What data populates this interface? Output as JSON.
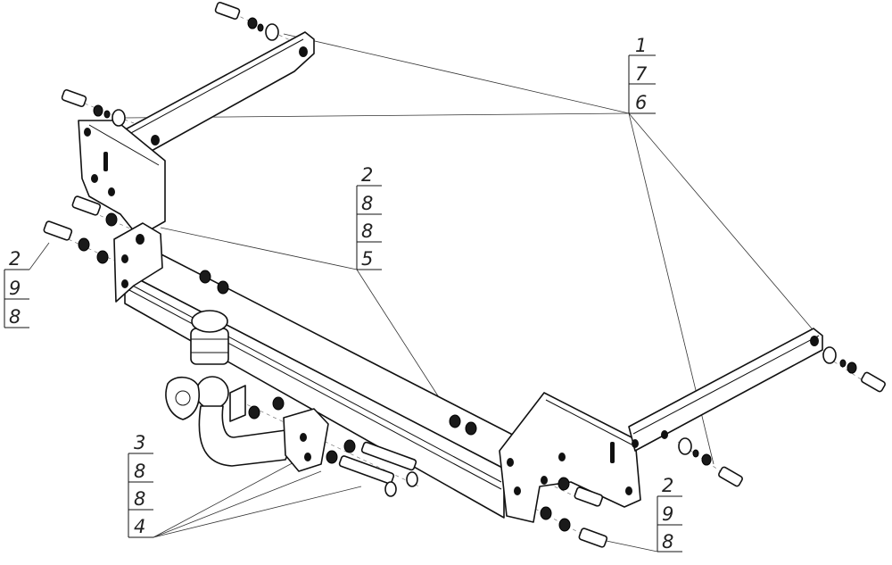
{
  "callouts": {
    "top_right": [
      "1",
      "7",
      "6"
    ],
    "center": [
      "2",
      "8",
      "8",
      "5"
    ],
    "left": [
      "2",
      "9",
      "8"
    ],
    "bottom_left": [
      "3",
      "8",
      "8",
      "4"
    ],
    "bottom_right": [
      "2",
      "9",
      "8"
    ]
  }
}
